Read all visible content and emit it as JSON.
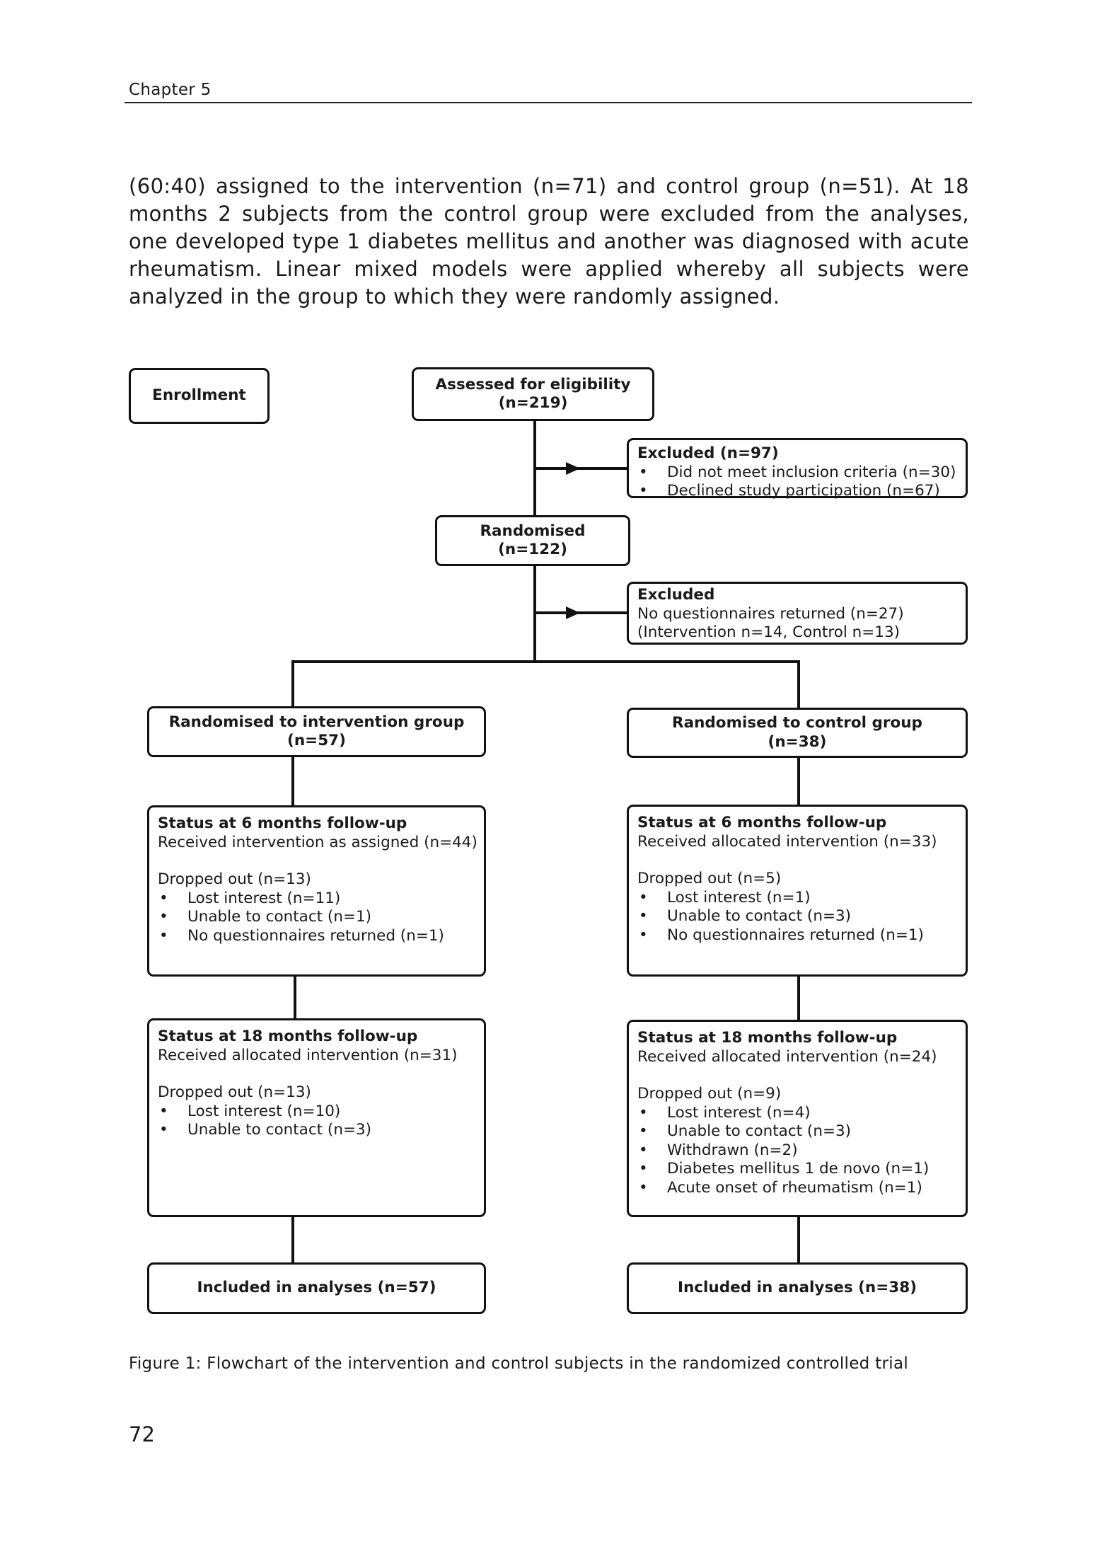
{
  "header": {
    "chapter": "Chapter 5"
  },
  "body_paragraph": "(60:40) assigned to the intervention (n=71) and control group (n=51). At 18 months 2 subjects from the control group were excluded from the analyses, one developed type 1 diabetes mellitus and another was diagnosed with acute rheumatism. Linear mixed models were applied whereby all subjects were analyzed in the group to which they were randomly assigned.",
  "flowchart": {
    "enrollment": "Enrollment",
    "assessed": {
      "title": "Assessed for eligibility",
      "n": "(n=219)"
    },
    "excluded1": {
      "title": "Excluded (n=97)",
      "items": [
        "Did not meet inclusion criteria (n=30)",
        "Declined study participation (n=67)"
      ]
    },
    "randomised": {
      "title": "Randomised",
      "n": "(n=122)"
    },
    "excluded2": {
      "title": "Excluded",
      "lines": [
        "No questionnaires returned (n=27)",
        "(Intervention n=14, Control n=13)"
      ]
    },
    "intervention": {
      "group": {
        "title": "Randomised to intervention group",
        "n": "(n=57)"
      },
      "six_months": {
        "title": "Status at 6 months follow-up",
        "received": "Received intervention as assigned (n=44)",
        "dropped": "Dropped out (n=13)",
        "items": [
          "Lost interest (n=11)",
          "Unable to contact (n=1)",
          "No questionnaires returned (n=1)"
        ]
      },
      "eighteen_months": {
        "title": "Status at 18 months follow-up",
        "received": "Received allocated intervention (n=31)",
        "dropped": "Dropped out (n=13)",
        "items": [
          "Lost interest (n=10)",
          "Unable to contact (n=3)"
        ]
      },
      "included": "Included in analyses (n=57)"
    },
    "control": {
      "group": {
        "title": "Randomised to control group",
        "n": "(n=38)"
      },
      "six_months": {
        "title": "Status at 6 months follow-up",
        "received": "Received allocated intervention (n=33)",
        "dropped": "Dropped out (n=5)",
        "items": [
          "Lost interest (n=1)",
          "Unable to contact (n=3)",
          "No questionnaires returned (n=1)"
        ]
      },
      "eighteen_months": {
        "title": "Status at 18 months follow-up",
        "received": "Received allocated intervention (n=24)",
        "dropped": "Dropped out (n=9)",
        "items": [
          "Lost interest (n=4)",
          "Unable to contact (n=3)",
          "Withdrawn (n=2)",
          "Diabetes mellitus 1 de novo (n=1)",
          "Acute onset of rheumatism (n=1)"
        ]
      },
      "included": "Included in analyses (n=38)"
    }
  },
  "caption": "Figure 1: Flowchart of the intervention and control subjects in the randomized controlled trial",
  "page_number": "72"
}
